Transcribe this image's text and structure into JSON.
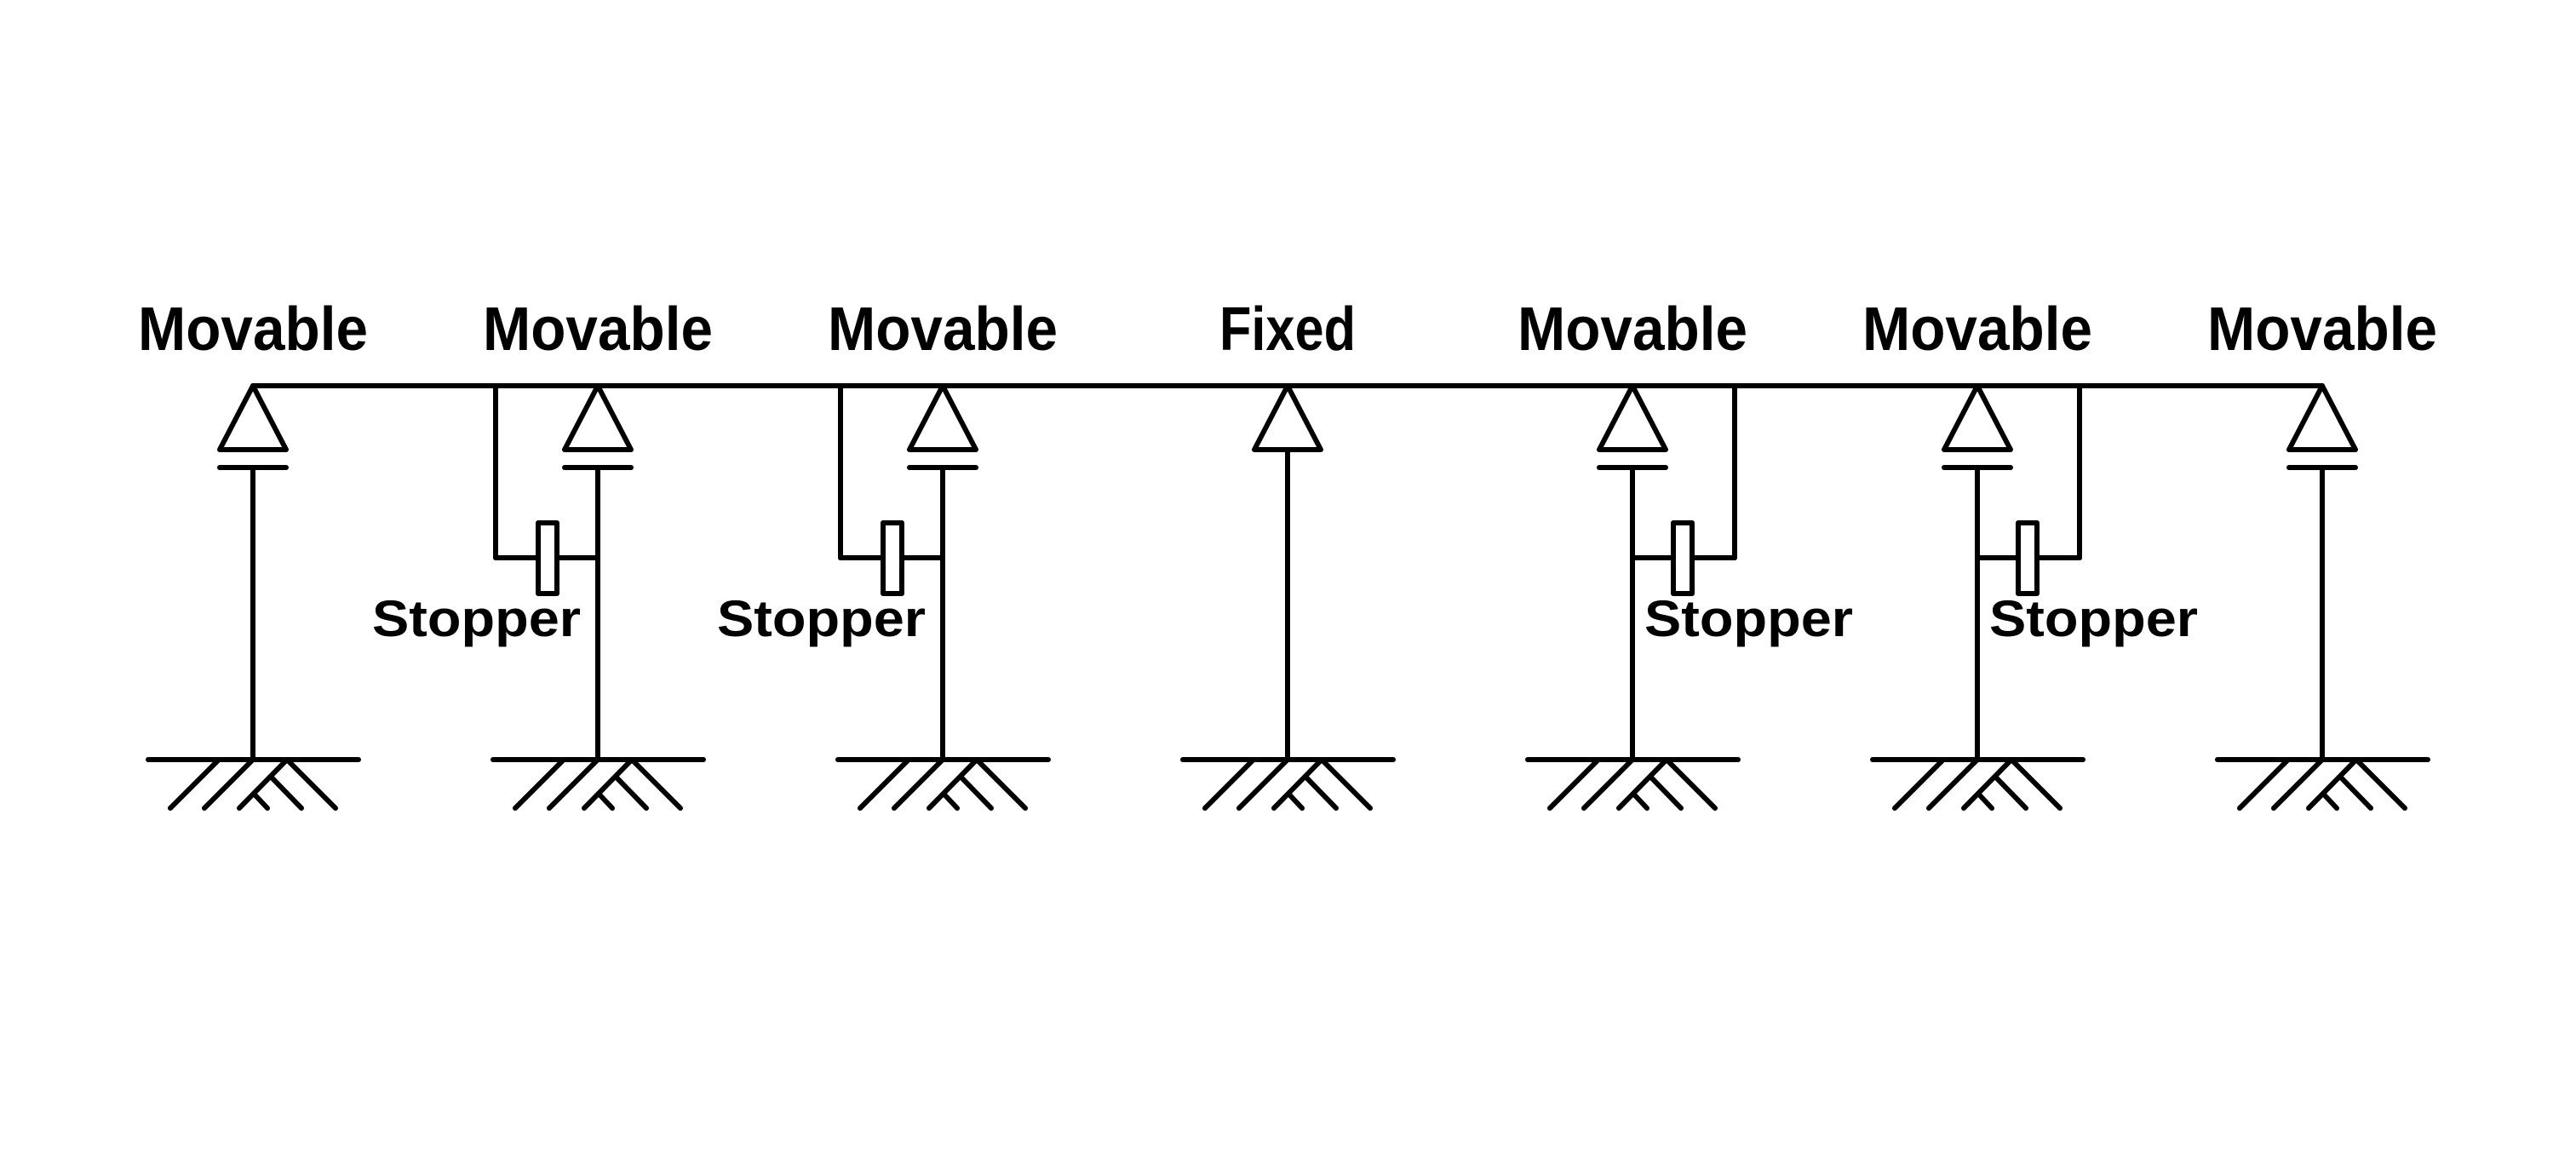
{
  "diagram": {
    "title": "Bridge supports with stoppers",
    "line_color": "#000000",
    "background": "#ffffff",
    "beam": {
      "name": "continuous-beam"
    },
    "supports": [
      {
        "label": "Movable",
        "type": "movable",
        "stopper": "none"
      },
      {
        "label": "Movable",
        "type": "movable",
        "stopper": "left",
        "stopper_label": "Stopper"
      },
      {
        "label": "Movable",
        "type": "movable",
        "stopper": "left",
        "stopper_label": "Stopper"
      },
      {
        "label": "Fixed",
        "type": "fixed",
        "stopper": "none"
      },
      {
        "label": "Movable",
        "type": "movable",
        "stopper": "right",
        "stopper_label": "Stopper"
      },
      {
        "label": "Movable",
        "type": "movable",
        "stopper": "right",
        "stopper_label": "Stopper"
      },
      {
        "label": "Movable",
        "type": "movable",
        "stopper": "none"
      }
    ]
  }
}
